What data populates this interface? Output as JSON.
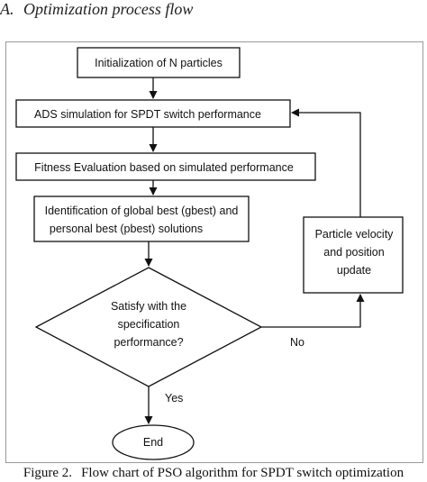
{
  "section": {
    "number": "A.",
    "title": "Optimization process flow"
  },
  "flowchart": {
    "nodes": {
      "init": [
        "Initialization of N particles"
      ],
      "ads_sim": [
        "ADS simulation for SPDT switch performance"
      ],
      "fitness": [
        "Fitness Evaluation based on simulated performance"
      ],
      "identify": [
        "Identification of global best (gbest) and",
        "personal best (pbest) solutions"
      ],
      "decision": [
        "Satisfy with the",
        "specification",
        "performance?"
      ],
      "update": [
        "Particle velocity",
        "and position",
        "update"
      ],
      "end": [
        "End"
      ]
    },
    "edge_labels": {
      "no": "No",
      "yes": "Yes"
    }
  },
  "caption": {
    "label": "Figure 2.",
    "text": "Flow chart of PSO algorithm for SPDT switch optimization"
  }
}
